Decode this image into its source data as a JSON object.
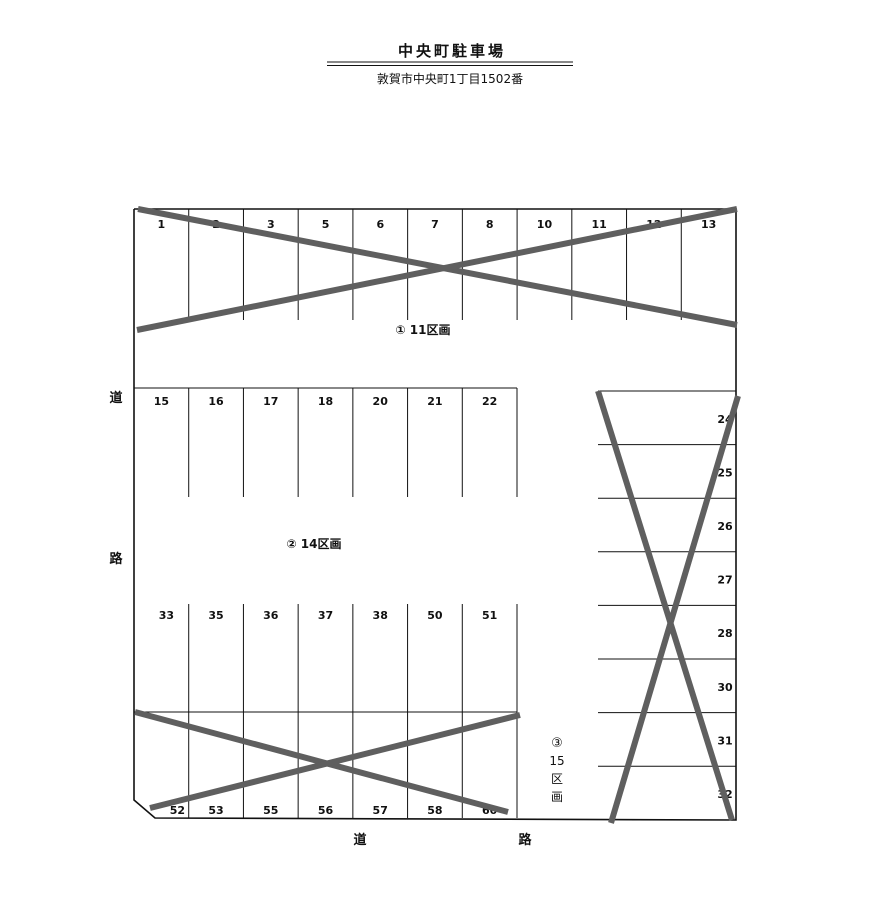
{
  "header": {
    "title": "中央町駐車場",
    "address": "敦賀市中央町1丁目1502番"
  },
  "roads": {
    "left_top": "道",
    "left_bottom": "路",
    "bottom_left": "道",
    "bottom_right": "路"
  },
  "sections": {
    "s1": "① 11区画",
    "s2": "② 14区画",
    "s3_mark": "③",
    "s3_num": "15",
    "s3_ku": "区",
    "s3_ga": "画"
  },
  "spaces": {
    "top_row": [
      "1",
      "2",
      "3",
      "5",
      "6",
      "7",
      "8",
      "10",
      "11",
      "12",
      "13"
    ],
    "middle_row": [
      "15",
      "16",
      "17",
      "18",
      "20",
      "21",
      "22"
    ],
    "lower_row": [
      "33",
      "35",
      "36",
      "37",
      "38",
      "50",
      "51"
    ],
    "bottom_row": [
      "52",
      "53",
      "55",
      "56",
      "57",
      "58",
      "60"
    ],
    "right_column": [
      "24",
      "25",
      "26",
      "27",
      "28",
      "30",
      "31",
      "32"
    ]
  },
  "colors": {
    "cross_out": "#5f5f5f",
    "line": "#111111"
  }
}
